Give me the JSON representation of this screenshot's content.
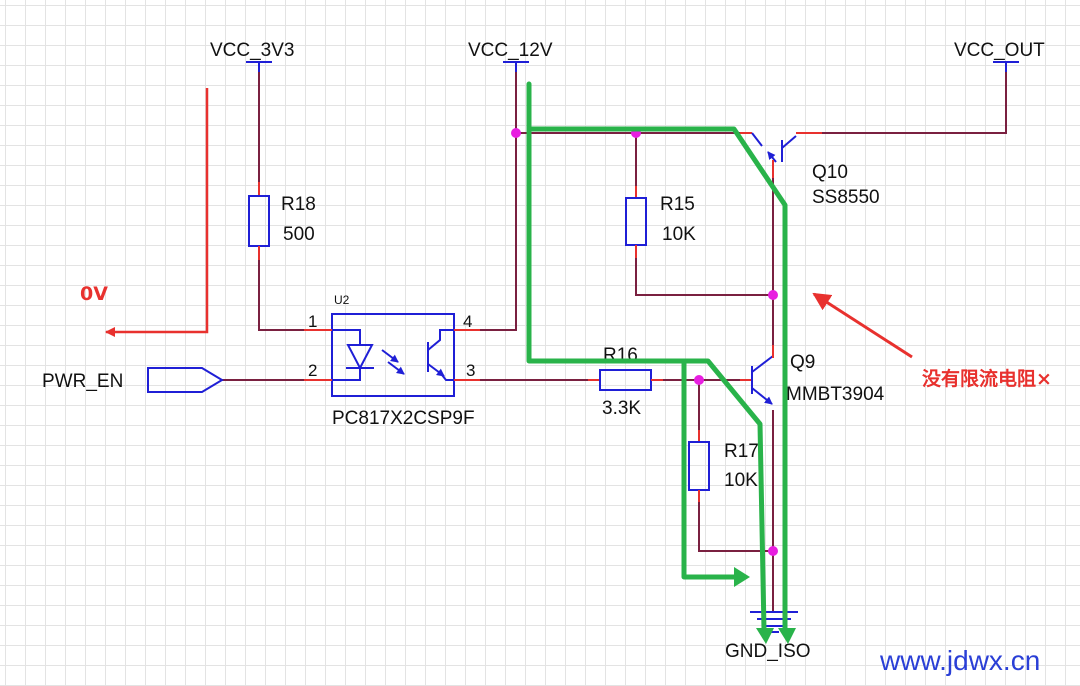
{
  "nets": {
    "vcc_3v3": "VCC_3V3",
    "vcc_12v": "VCC_12V",
    "vcc_out": "VCC_OUT",
    "gnd_iso": "GND_ISO",
    "pwr_en": "PWR_EN"
  },
  "components": {
    "r18": {
      "ref": "R18",
      "value": "500"
    },
    "r15": {
      "ref": "R15",
      "value": "10K"
    },
    "r16": {
      "ref": "R16",
      "value": "3.3K"
    },
    "r17": {
      "ref": "R17",
      "value": "10K"
    },
    "q10": {
      "ref": "Q10",
      "value": "SS8550"
    },
    "q9": {
      "ref": "Q9",
      "value": "MMBT3904"
    },
    "u2": {
      "ref": "U2",
      "value": "PC817X2CSP9F",
      "pins": [
        "1",
        "2",
        "3",
        "4"
      ]
    }
  },
  "annotations": {
    "zero_volt": "0V",
    "no_current_limit": "没有限流电阻×"
  },
  "watermark": "www.jdwx.cn",
  "colors": {
    "wire": "#7a2040",
    "pin": "#e8312e",
    "component": "#1f1fd6",
    "current_path": "#29b34a",
    "junction": "#e81ee0",
    "annotation": "#e8312e",
    "watermark": "#2a3fd6"
  }
}
